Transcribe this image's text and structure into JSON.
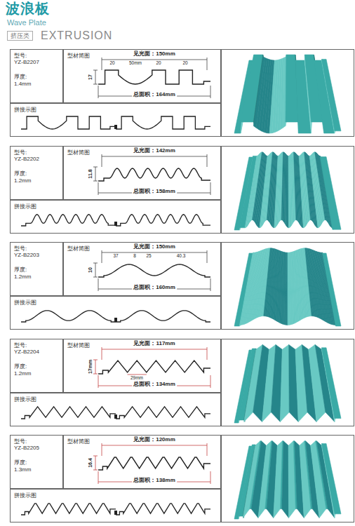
{
  "diagram": {
    "title": "波浪板",
    "nodes": [
      {
        "text": [
          "挤压类"
        ]
      },
      {
        "text": [
          "型号:",
          "YZ-B2207",
          "厚度:",
          "1.4mm"
        ]
      },
      {
        "text": [
          "型材简图"
        ]
      },
      {
        "text": [
          "拼接示图"
        ]
      },
      {
        "text": [
          "型号:",
          "YZ-B2202",
          "厚度:",
          "1.2mm"
        ]
      },
      {
        "text": [
          "型材简图"
        ]
      },
      {
        "text": [
          "拼接示图"
        ]
      },
      {
        "text": [
          "型号:",
          "YZ-B2203",
          "厚度:",
          "1.2mm"
        ]
      },
      {
        "text": [
          "型材简图"
        ]
      },
      {
        "text": [
          "拼接示图"
        ]
      },
      {
        "text": [
          "型号:",
          "YZ-B2204",
          "厚度:",
          "1.2mm"
        ]
      },
      {
        "text": [
          "型材简图"
        ]
      },
      {
        "text": [
          "拼接示图"
        ]
      },
      {
        "text": [
          "型号:",
          "YZ-B2205",
          "厚度:",
          "1.3mm"
        ]
      },
      {
        "text": [
          "型材简图"
        ]
      },
      {
        "text": [
          "拼接示图"
        ]
      }
    ],
    "labels": [
      "Wave Plate",
      "EXTRUSION",
      "见光面：150mm",
      "20",
      "50mm",
      "20",
      "20",
      "17",
      "总面积：164mm",
      "见光面：142mm",
      "11.8",
      "总面积：158mm",
      "见光面：150mm",
      "37",
      "8",
      "25",
      "40.3",
      "10",
      "总面积：160mm",
      "见光面：117mm",
      "17mm",
      "29mm",
      "总面积：134mm",
      "见光面：120mm",
      "16.4",
      "总面积：138mm"
    ]
  }
}
